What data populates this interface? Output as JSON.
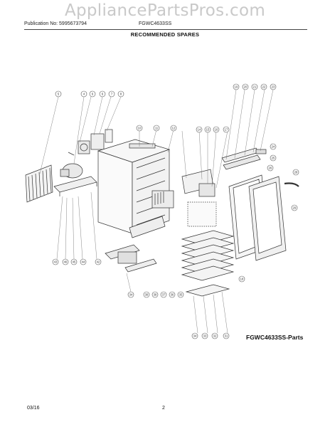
{
  "watermark": "AppliancePartsPros.com",
  "header": {
    "publication": "Publication No: 5995673794",
    "model": "FGWC4633SS",
    "section_title": "RECOMMENDED SPARES"
  },
  "diagram_label": "FGWC4633SS-Parts",
  "footer": {
    "date": "03/16",
    "page": "2"
  },
  "callouts": {
    "top_left": [
      "5",
      "4",
      "6",
      "6",
      "7",
      "8"
    ],
    "top_middle": [
      "10",
      "11",
      "12"
    ],
    "middle_right": [
      "14",
      "15",
      "16",
      "17"
    ],
    "top_right": [
      "19",
      "20",
      "21",
      "22",
      "23",
      "24",
      "25",
      "26",
      "28",
      "29"
    ],
    "bottom_left": [
      "43",
      "46",
      "45",
      "44",
      "42"
    ],
    "bottom_middle": [
      "34",
      "38",
      "38",
      "37",
      "36",
      "35"
    ],
    "bottom_right": [
      "34",
      "33",
      "32",
      "31"
    ],
    "side": [
      "18"
    ]
  }
}
